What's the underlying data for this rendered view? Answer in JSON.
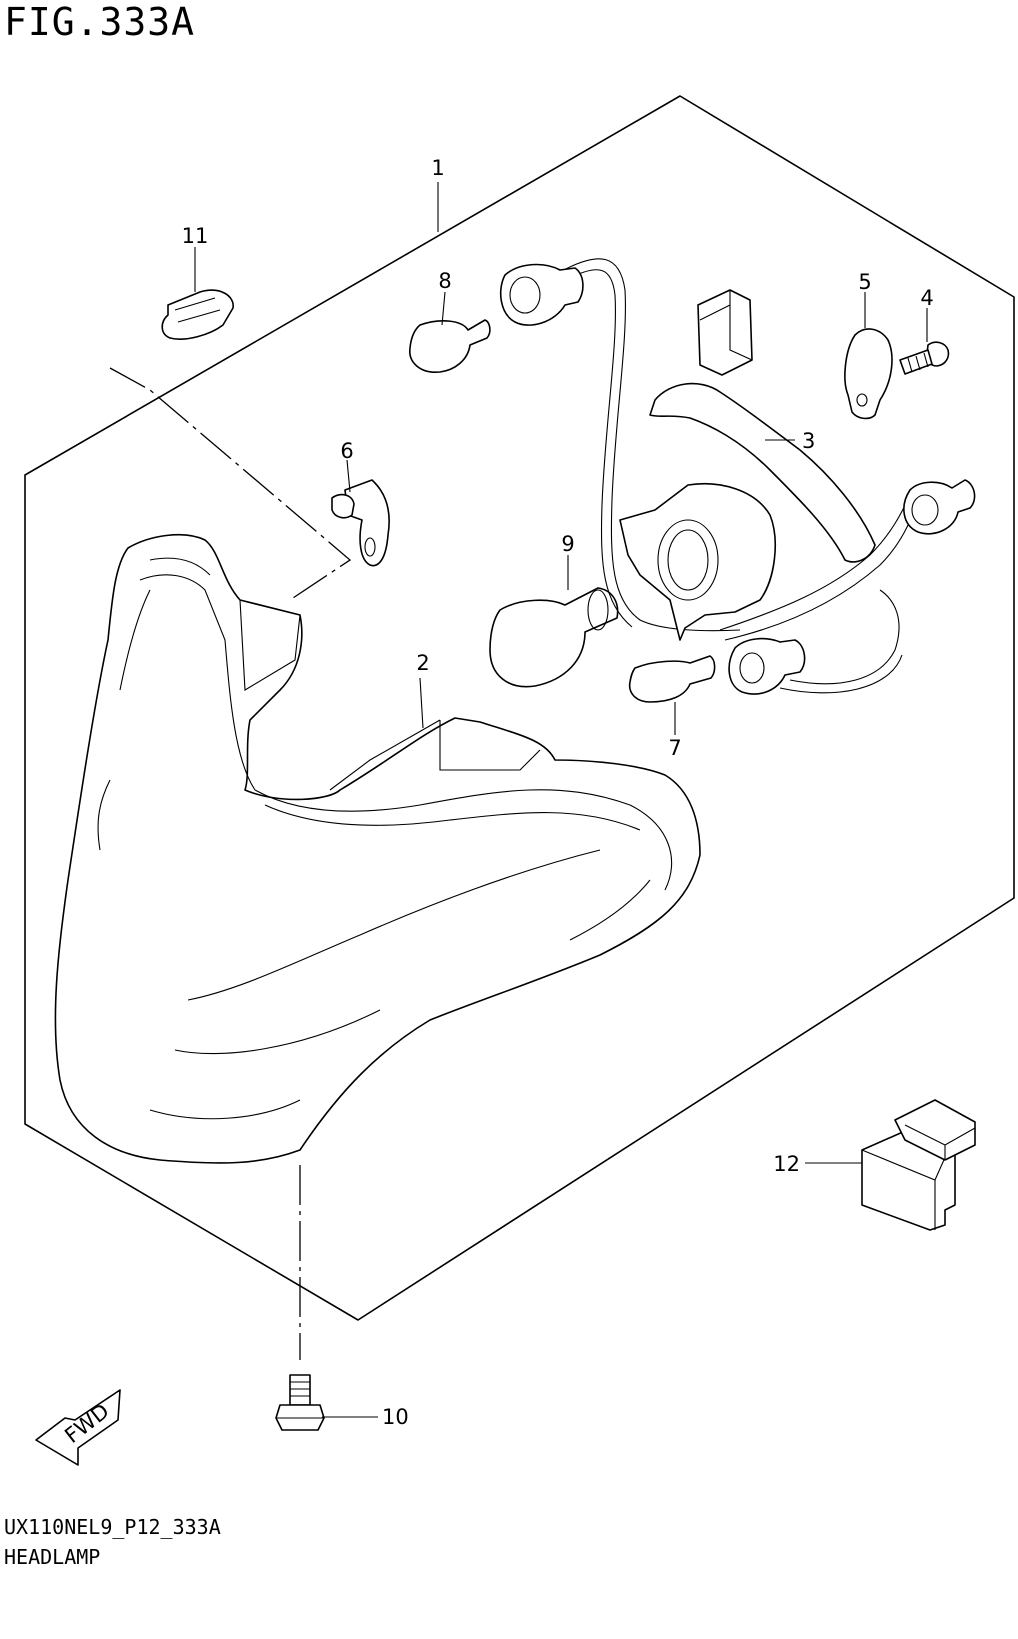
{
  "figure_title": "FIG.333A",
  "drawing_code": "UX110NEL9_P12_333A",
  "assembly_name": "HEADLAMP",
  "fwd_label": "FWD",
  "callouts": [
    "1",
    "2",
    "3",
    "4",
    "5",
    "6",
    "7",
    "8",
    "9",
    "10",
    "11",
    "12"
  ],
  "parts": {
    "p1": "headlamp-assembly",
    "p2": "lens-housing",
    "p3": "wiring-harness",
    "p4": "screw",
    "p5": "clamp",
    "p6": "clip",
    "p7": "bulb",
    "p8": "bulb",
    "p9": "bulb",
    "p10": "bolt",
    "p11": "clip",
    "p12": "relay"
  }
}
